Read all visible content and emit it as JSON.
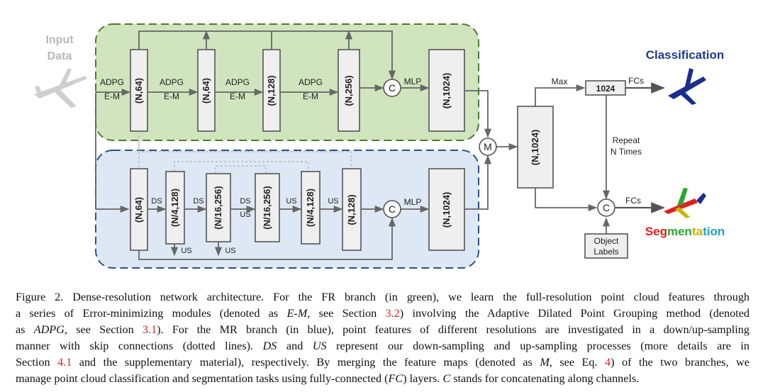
{
  "diagram": {
    "input_label_1": "Input",
    "input_label_2": "Data",
    "adpg": "ADPG",
    "em": "E-M",
    "fr_boxes": [
      "(N,64)",
      "(N,64)",
      "(N,128)",
      "(N,256)",
      "(N,1024)"
    ],
    "mr_boxes": [
      "(N,64)",
      "(N/4,128)",
      "(N/16,256)",
      "(N/16,256)",
      "(N/4,128)",
      "(N,128)",
      "(N,1024)"
    ],
    "ds": "DS",
    "us": "US",
    "concat": "C",
    "merge": "M",
    "mlp": "MLP",
    "merged_box": "(N,1024)",
    "max": "Max",
    "vec_1024": "1024",
    "fcs": "FCs",
    "repeat_1": "Repeat",
    "repeat_2": "N Times",
    "object_labels_1": "Object",
    "object_labels_2": "Labels",
    "classification": "Classification",
    "segmentation": [
      "Seg",
      "men",
      "ta",
      "tion"
    ],
    "colors": {
      "fr_fill": "#d0e4bd",
      "fr_border": "#4e7a2e",
      "mr_fill": "#dde8f4",
      "mr_border": "#2c4f86",
      "classification_text": "#1f3c88",
      "segmentation_text": [
        "#e0201c",
        "#2ea52e",
        "#c9b400",
        "#1aa3c4"
      ]
    }
  },
  "caption": {
    "figure_label": "Figure 2.",
    "title": "Dense-resolution network architecture.",
    "line1": "For the FR branch (in green), we learn the full-resolution point cloud features through",
    "line2_a": "a series of Error-minimizing modules (denoted as ",
    "em_term": "E-M",
    "line2_b": ", see Section ",
    "ref_32": "3.2",
    "line2_c": ") involving the Adaptive Dilated Point Grouping method (denoted",
    "line3_a": "as ",
    "adpg_term": "ADPG",
    "line3_b": ", see Section ",
    "ref_31": "3.1",
    "line3_c": ").  For the MR branch (in blue), point features of different resolutions are investigated in a down/up-sampling",
    "line4": "manner with skip connections (dotted lines).",
    "ds_term": "DS",
    "line4_b": " and ",
    "us_term": "US",
    "line4_c": " represent our down-sampling and up-sampling processes (more details are in",
    "line5_a": "Section ",
    "ref_41": "4.1",
    "line5_b": " and the supplementary material), respectively. By merging the feature maps (denoted as ",
    "m_term": "M",
    "line5_c": ", see Eq. ",
    "ref_eq4": "4",
    "line5_d": ") of the two branches, we",
    "line6_a": "manage point cloud classification and segmentation tasks using fully-connected (",
    "fc_term": "FC",
    "line6_b": ") layers. ",
    "c_term": "C",
    "line6_c": " stands for concatenating along channels."
  }
}
